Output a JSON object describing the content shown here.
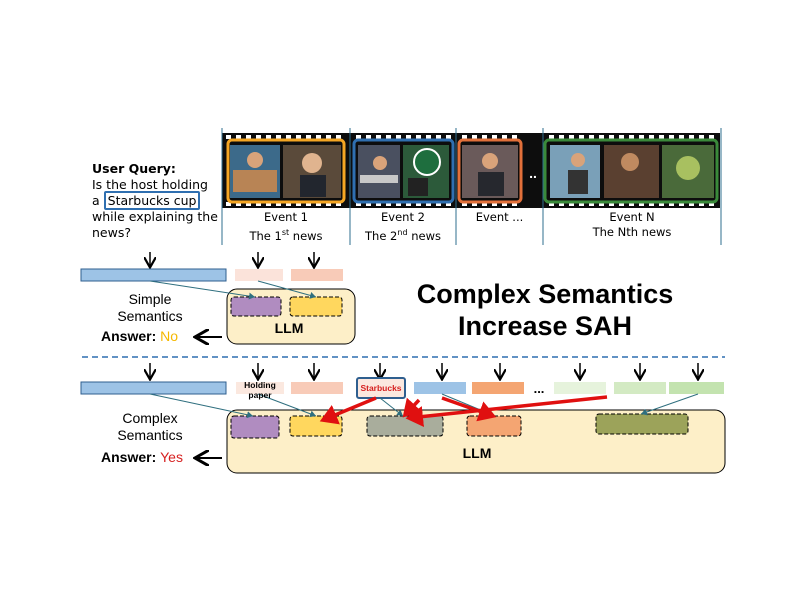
{
  "query": {
    "title": "User Query:",
    "line1": "Is the host holding",
    "prefix": "a ",
    "highlight": "Starbucks cup",
    "line3": "while explaining the",
    "line4": "news?"
  },
  "events": [
    {
      "name": "Event 1",
      "desc": "The 1st news"
    },
    {
      "name": "Event 2",
      "desc": "The 2nd news"
    },
    {
      "name": "Event ...",
      "desc": ""
    },
    {
      "name": "Event N",
      "desc": "The Nth news"
    }
  ],
  "top_panel": {
    "label_line1": "Simple",
    "label_line2": "Semantics",
    "answer_label": "Answer:",
    "answer_value": "No",
    "llm": "LLM"
  },
  "headline": {
    "line1": "Complex Semantics",
    "line2": "Increase SAH"
  },
  "bottom_panel": {
    "label_line1": "Complex",
    "label_line2": "Semantics",
    "answer_label": "Answer:",
    "answer_value": "Yes",
    "llm": "LLM",
    "token_holding_paper": "Holding paper",
    "token_starbucks": "Starbucks",
    "ellipsis": "..."
  },
  "filmstrip_ellipsis": "..",
  "colors": {
    "blue_bar": "#9dc3e6",
    "llm_box": "#fdefc8",
    "purple": "#b08cc0",
    "yellow": "#ffd75e",
    "gray": "#a9ad9c",
    "orange": "#f4a572",
    "olive": "#9ca35a",
    "answer_no": "#f5b800",
    "answer_yes": "#d62020",
    "arrow_red": "#e01010",
    "event1_border": "#f5a623",
    "event2_border": "#2f6fb0",
    "event3_border": "#e2703a",
    "eventN_border": "#3a8a3a"
  }
}
